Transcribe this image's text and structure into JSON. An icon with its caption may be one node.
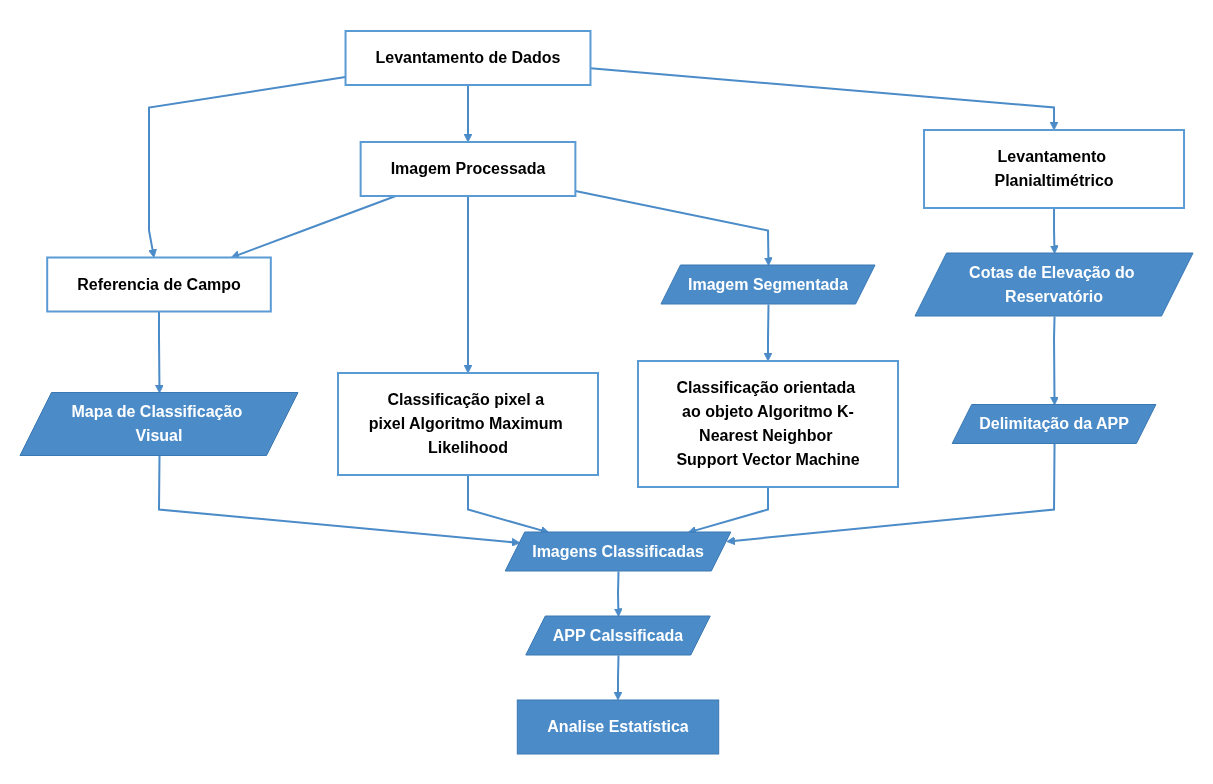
{
  "diagram": {
    "nodes": [
      {
        "text": [
          "Levantamento de Dados"
        ]
      },
      {
        "text": [
          "Referencia de Campo"
        ]
      },
      {
        "text": [
          "Imagem Processada"
        ]
      },
      {
        "text": [
          "Levantamento Planialtimétrico"
        ]
      },
      {
        "text": [
          "Classificação pixel a pixel Algoritmo Maximum Likelihood"
        ]
      },
      {
        "text": [
          "Imagem Segmentada"
        ]
      },
      {
        "text": [
          "Cotas de Elevação do Reservatório"
        ]
      },
      {
        "text": [
          "Classificação orientada ao objeto Algoritmo K-Nearest Neighbor Support Vector Machine"
        ]
      },
      {
        "text": [
          "Mapa de Classificação Visual"
        ]
      },
      {
        "text": [
          "Delimitação da APP"
        ]
      },
      {
        "text": [
          "Imagens Classificadas"
        ]
      },
      {
        "text": [
          "APP Calssificada"
        ]
      },
      {
        "text": [
          "Analise Estatística"
        ]
      }
    ],
    "edges": [
      {
        "from": 0,
        "to": 1,
        "arrow": "to"
      },
      {
        "from": 0,
        "to": 2,
        "arrow": "to"
      },
      {
        "from": 0,
        "to": 3,
        "arrow": "to"
      },
      {
        "from": 2,
        "to": 1,
        "arrow": "to"
      },
      {
        "from": 2,
        "to": 4,
        "arrow": "to"
      },
      {
        "from": 2,
        "to": 5,
        "arrow": "to"
      },
      {
        "from": 3,
        "to": 6,
        "arrow": "to"
      },
      {
        "from": 1,
        "to": 8,
        "arrow": "to"
      },
      {
        "from": 5,
        "to": 7,
        "arrow": "to"
      },
      {
        "from": 6,
        "to": 9,
        "arrow": "to"
      },
      {
        "from": 8,
        "to": 10,
        "arrow": "to"
      },
      {
        "from": 4,
        "to": 10,
        "arrow": "to"
      },
      {
        "from": 7,
        "to": 10,
        "arrow": "to"
      },
      {
        "from": 9,
        "to": 10,
        "arrow": "to"
      },
      {
        "from": 10,
        "to": 11,
        "arrow": "to"
      },
      {
        "from": 11,
        "to": 12,
        "arrow": "to"
      }
    ]
  }
}
